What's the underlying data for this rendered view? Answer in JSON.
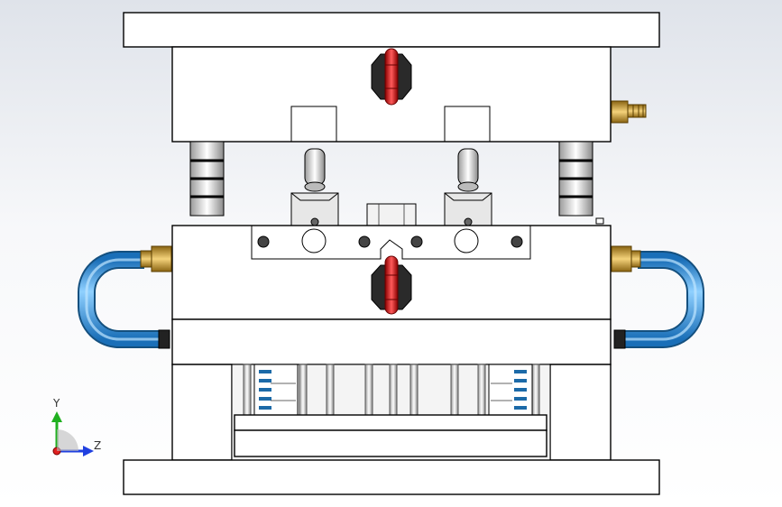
{
  "view": {
    "axes": {
      "y_label": "Y",
      "z_label": "Z"
    }
  },
  "colors": {
    "background_top": "#dfe3ea",
    "background_bottom": "#ffffff",
    "cooling_hose": "#2b8fd8",
    "hose_highlight": "#8fd0ff",
    "brass_fitting": "#c89a2a",
    "locking_ring": "#d42020",
    "axis_x": "#e02020",
    "axis_y": "#20b020",
    "axis_z": "#2040e0"
  },
  "components": {
    "top_clamp_plate": "top-clamp-plate",
    "a_plate": "a-plate",
    "b_plate": "b-plate",
    "support_plate": "support-plate",
    "bottom_clamp_plate": "bottom-clamp-plate",
    "ejector_plates": "ejector-plates",
    "guide_pillars": "guide-pillars",
    "slider_blocks": "slider-blocks",
    "cooling_hoses": "cooling-hoses",
    "hot_runner_nozzles": "nozzles"
  }
}
